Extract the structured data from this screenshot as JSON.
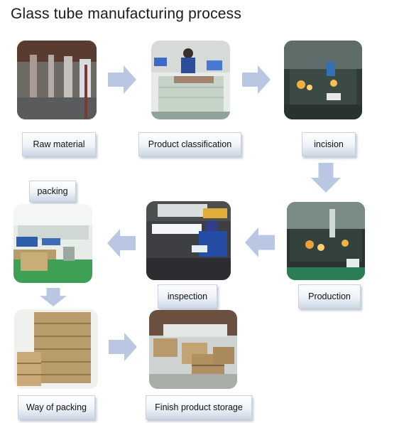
{
  "title": "Glass tube manufacturing process",
  "steps": {
    "raw_material": "Raw material",
    "product_classification": "Product classification",
    "incision": "incision",
    "packing": "packing",
    "inspection": "inspection",
    "production": "Production",
    "way_of_packing": "Way of packing",
    "finish_product_storage": "Finish product storage"
  },
  "colors": {
    "arrow": "#b9c7e3",
    "label_border": "#c9d2de"
  }
}
